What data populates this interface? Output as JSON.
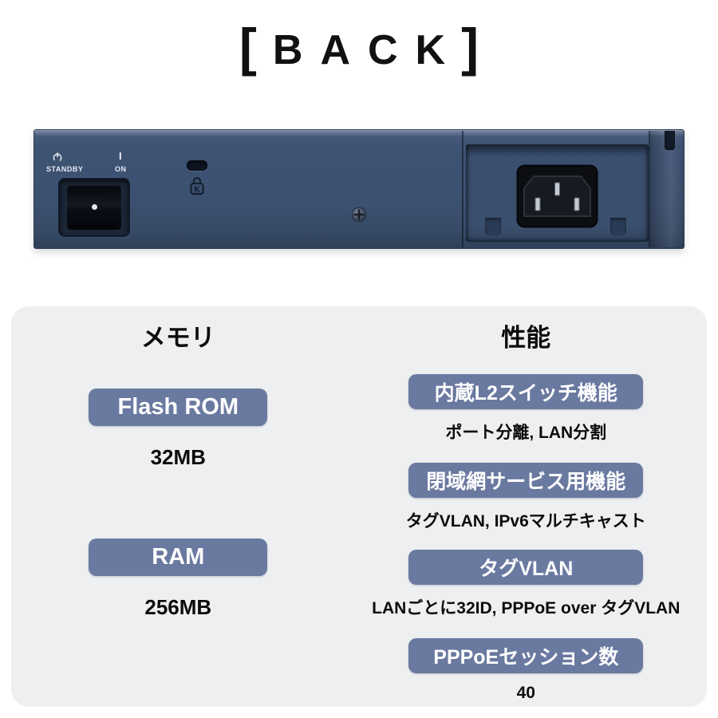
{
  "title": {
    "open": "[",
    "label": "BACK",
    "close": "]"
  },
  "device": {
    "standby_label": "STANDBY",
    "on_symbol": "I",
    "on_label": "ON"
  },
  "specs": {
    "memory": {
      "heading": "メモリ",
      "items": [
        {
          "badge": "Flash ROM",
          "value": "32MB"
        },
        {
          "badge": "RAM",
          "value": "256MB"
        }
      ]
    },
    "performance": {
      "heading": "性能",
      "items": [
        {
          "badge": "内蔵L2スイッチ機能",
          "value": "ポート分離, LAN分割"
        },
        {
          "badge": "閉域網サービス用機能",
          "value": "タグVLAN, IPv6マルチキャスト"
        },
        {
          "badge": "タグVLAN",
          "value": "LANごとに32ID, PPPoE over タグVLAN"
        },
        {
          "badge": "PPPoEセッション数",
          "value": "40"
        }
      ]
    }
  },
  "colors": {
    "badge": "#6a79a0",
    "panel_background": "#edeff1",
    "device_body": "#3c5070"
  }
}
